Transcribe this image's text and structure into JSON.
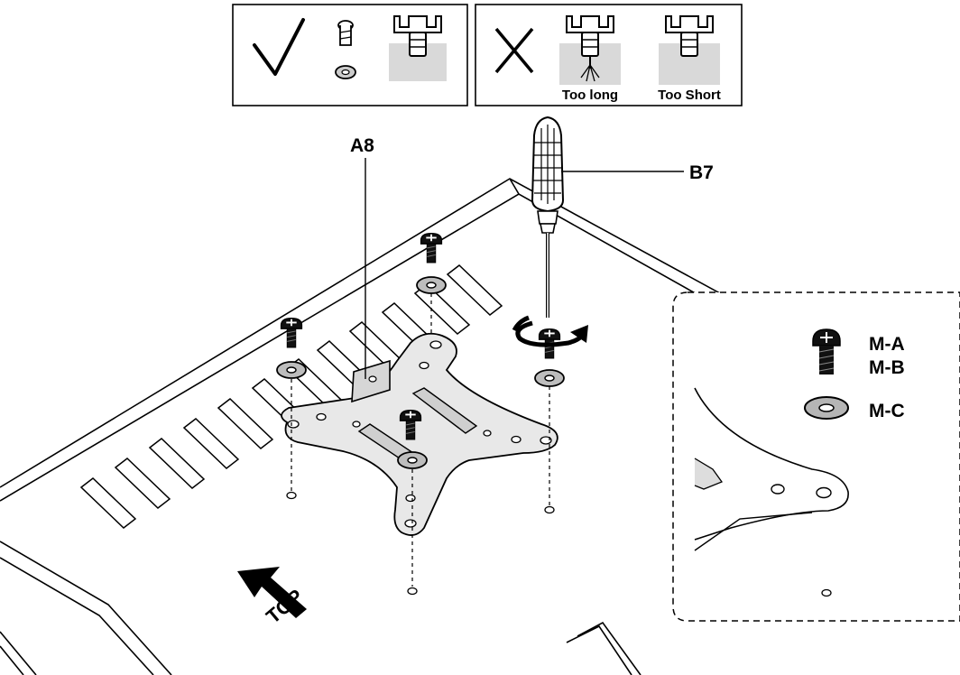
{
  "guide": {
    "correct_mark": "check-mark",
    "wrong_mark": "cross-mark",
    "too_long": "Too long",
    "too_short": "Too Short"
  },
  "labels": {
    "a8": "A8",
    "b7": "B7",
    "ma": "M-A",
    "mb": "M-B",
    "mc": "M-C",
    "top": "TOP"
  },
  "colors": {
    "line": "#000000",
    "metal": "#e6e6e6",
    "shade": "#d9d9d9",
    "dark": "#222222"
  }
}
